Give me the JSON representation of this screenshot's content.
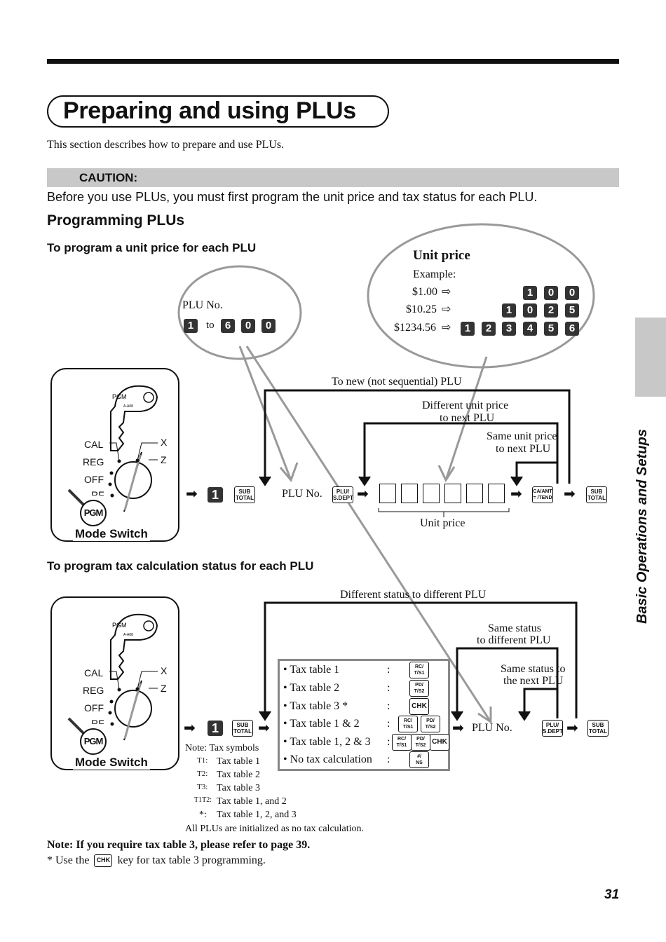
{
  "page": {
    "title": "Preparing and using PLUs",
    "intro": "This section describes how to prepare and use PLUs.",
    "caution_label": "CAUTION:",
    "caution_text": "Before you use PLUs, you must first program the unit price and tax status for each PLU.",
    "section_title": "Programming PLUs",
    "side_tab": "Basic Operations and Setups",
    "page_number": "31"
  },
  "unit_price_section": {
    "heading": "To program a unit price for each PLU",
    "plu_bubble": {
      "label": "PLU No.",
      "from_key": "1",
      "to_word": "to",
      "to_keys": [
        "6",
        "0",
        "0"
      ]
    },
    "price_bubble": {
      "title": "Unit price",
      "example": "Example:",
      "rows": [
        {
          "amount": "$1.00",
          "keys": [
            "1",
            "0",
            "0"
          ]
        },
        {
          "amount": "$10.25",
          "keys": [
            "1",
            "0",
            "2",
            "5"
          ]
        },
        {
          "amount": "$1234.56",
          "keys": [
            "1",
            "2",
            "3",
            "4",
            "5",
            "6"
          ]
        }
      ]
    },
    "loop_new_plu": "To new (not sequential) PLU",
    "loop_diff_price_1": "Different unit price",
    "loop_diff_price_2": "to next PLU",
    "loop_same_price_1": "Same unit price",
    "loop_same_price_2": "to next PLU",
    "plu_no_label": "PLU No.",
    "unit_price_caption": "Unit price",
    "start_key": "1"
  },
  "tax_section": {
    "heading": "To program tax calculation status for each PLU",
    "loop_diff_status": "Different status to different PLU",
    "loop_same_diff_1": "Same status",
    "loop_same_diff_2": "to different PLU",
    "loop_same_next_1": "Same status to",
    "loop_same_next_2": "the next PLU",
    "plu_no_label": "PLU No.",
    "start_key": "1",
    "options": [
      {
        "label": "• Tax table 1",
        "colon": ":"
      },
      {
        "label": "• Tax table 2",
        "colon": ":"
      },
      {
        "label": "• Tax table 3 *",
        "colon": ":"
      },
      {
        "label": "• Tax table 1 & 2",
        "colon": ":"
      },
      {
        "label": "• Tax table 1, 2 & 3",
        "colon": ":"
      },
      {
        "label": "• No tax calculation",
        "colon": ":"
      }
    ],
    "note_title": "Note: Tax symbols",
    "symbols": [
      {
        "sym": "T1:",
        "desc": "Tax table 1"
      },
      {
        "sym": "T2:",
        "desc": "Tax table 2"
      },
      {
        "sym": "T3:",
        "desc": "Tax table 3"
      },
      {
        "sym": "T1T2:",
        "desc": "Tax table 1, and 2"
      },
      {
        "sym": "*:",
        "desc": "Tax table 1, 2, and 3"
      }
    ],
    "init_note": "All PLUs are initialized as no tax calculation."
  },
  "mode_switch": {
    "label": "Mode Switch",
    "key_text": "PGM",
    "key_code": "A-A08",
    "positions": {
      "cal": "CAL",
      "reg": "REG",
      "off": "OFF",
      "rf": "RF",
      "x": "X",
      "z": "Z"
    },
    "badge": "PGM"
  },
  "keys": {
    "sub_total": [
      "SUB",
      "TOTAL"
    ],
    "plu_sdept": [
      "PLU/",
      "S.DEPT"
    ],
    "ca_amt": [
      "CA/AMT",
      "= /TEND"
    ],
    "rc_ts1": [
      "RC/",
      "T/S1"
    ],
    "pd_ts2": [
      "PD/",
      "T/S2"
    ],
    "chk": "CHK",
    "ns": [
      "#/",
      "NS"
    ]
  },
  "footer": {
    "note": "Note: If you require tax table 3, please refer to page 39.",
    "star_prefix": "* Use the",
    "star_key": "CHK",
    "star_suffix": "key for tax table 3 programming."
  },
  "colors": {
    "caution_bg": "#c8c8c8",
    "side_tab_bg": "#c8c8c8",
    "bubble_stroke": "#999999",
    "key_fill": "#333333"
  }
}
